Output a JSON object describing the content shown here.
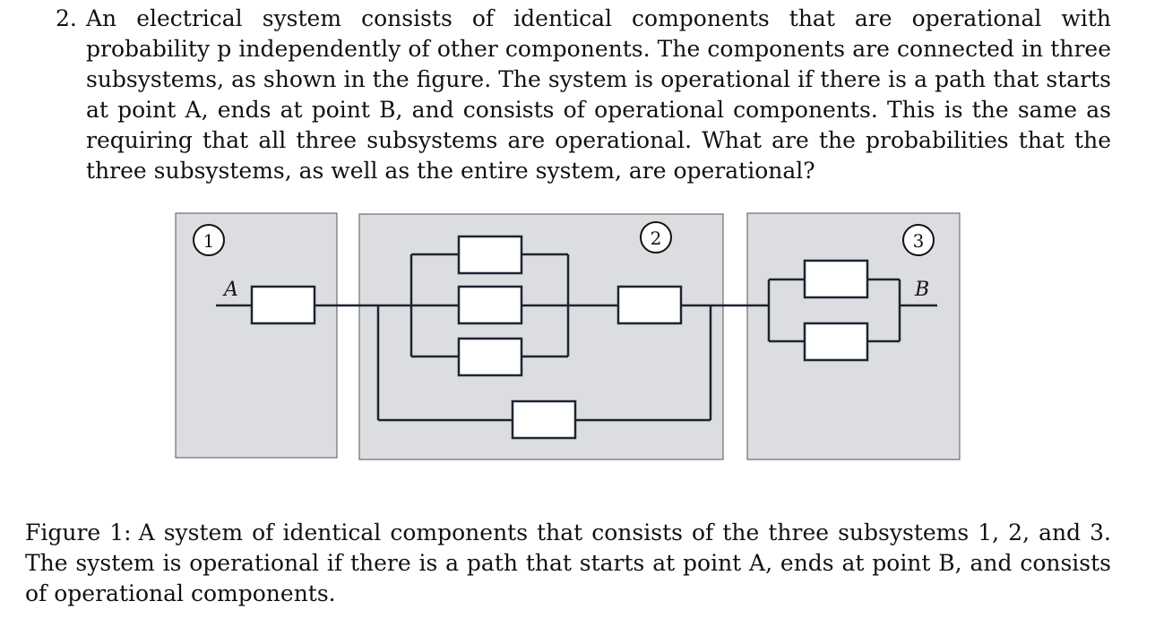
{
  "problem": {
    "number": "2.",
    "text": "An electrical system consists of identical components that are operational with probability p independently of other components. The components are connected in three subsystems, as shown in the figure. The system is operational if there is a path that starts at point A, ends at point B, and consists of operational components. This is the same as requiring that all three subsystems are operational. What are the probabilities that the three subsystems, as well as the entire system, are operational?"
  },
  "figure": {
    "subsystem_labels": [
      "1",
      "2",
      "3"
    ],
    "point_a": "A",
    "point_b": "B",
    "colors": {
      "panel_fill": "#dcdde0",
      "panel_border": "#555555",
      "wire": "#1c2530",
      "component_fill": "#ffffff"
    }
  },
  "caption": {
    "label": "Figure 1:",
    "text": "A system of identical components that consists of the three subsystems 1, 2, and 3. The system is operational if there is a path that starts at point A, ends at point B, and consists of operational components."
  }
}
